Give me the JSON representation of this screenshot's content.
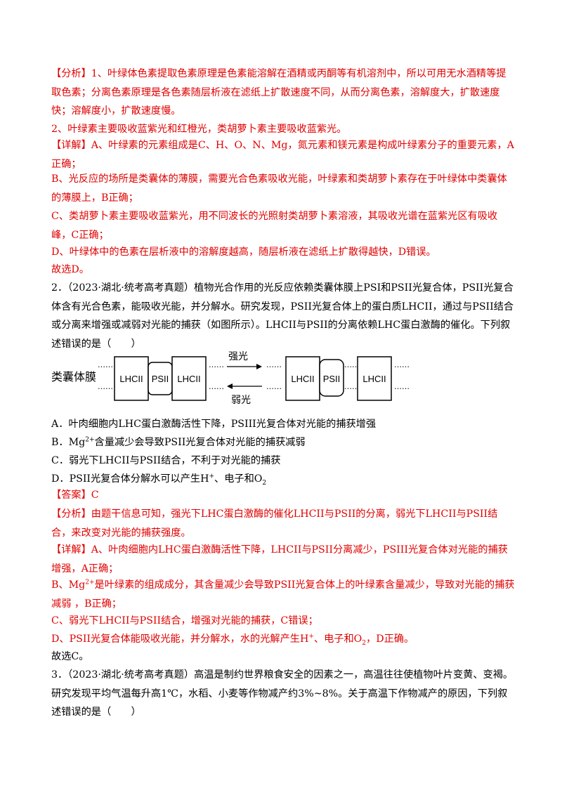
{
  "q1": {
    "analysis_1": "【分析】1、叶绿体色素提取色素原理是色素能溶解在酒精或丙酮等有机溶剂中，所以可用无水酒精等提取色素；分离色素原理是各色素随层析液在滤纸上扩散速度不同，从而分离色素，溶解度大，扩散速度快；溶解度小，扩散速度慢。",
    "analysis_2": "2、叶绿素主要吸收蓝紫光和红橙光，类胡萝卜素主要吸收蓝紫光。",
    "detail_a": "【详解】A、叶绿素的元素组成是C、H、O、N、Mg，氮元素和镁元素是构成叶绿素分子的重要元素，A正确；",
    "detail_b": "B、光反应的场所是类囊体的薄膜，需要光合色素吸收光能，叶绿素和类胡萝卜素存在于叶绿体中类囊体的薄膜上，B正确；",
    "detail_c": "C、类胡萝卜素主要吸收蓝紫光，用不同波长的光照射类胡萝卜素溶液，其吸收光谱在蓝紫光区有吸收峰，C正确；",
    "detail_d": "D、叶绿体中的色素在层析液中的溶解度越高，随层析液在滤纸上扩散得越快，D错误。",
    "conclusion": "故选D。"
  },
  "q2": {
    "stem": "2．（2023·湖北·统考高考真题）植物光合作用的光反应依赖类囊体膜上PSI和PSII光复合体，PSII光复合体含有光合色素，能吸收光能，并分解水。研究发现，PSII光复合体上的蛋白质LHCII，通过与PSII结合或分离来增强或减弱对光能的捕获（如图所示）。LHCII与PSII的分离依赖LHC蛋白激酶的催化。下列叙述错误的是（　　）",
    "diagram": {
      "membrane_label": "类囊体膜",
      "strong_light": "强光",
      "weak_light": "弱光",
      "box_lhcii": "LHCII",
      "box_psii": "PSII",
      "dots": "……"
    },
    "option_a": "A．叶肉细胞内LHC蛋白激酶活性下降，PSIII光复合体对光能的捕获增强",
    "option_b_pre": "B．Mg",
    "option_b_sup": "2+",
    "option_b_post": "含量减少会导致PSII光复合体对光能的捕获减弱",
    "option_c": "C．弱光下LHCII与PSII结合，不利于对光能的捕获",
    "option_d_pre": "D．PSII光复合体分解水可以产生H",
    "option_d_sup": "+",
    "option_d_mid": "、电子和O",
    "option_d_sub": "2",
    "answer": "【答案】C",
    "analysis": "【分析】由题干信息可知，强光下LHC蛋白激酶的催化LHCII与PSII的分离，弱光下LHCII与PSII结合，来改变对光能的捕获强度。",
    "detail_a": "【详解】A、叶肉细胞内LHC蛋白激酶活性下降，LHCII与PSII分离减少，PSIII光复合体对光能的捕获增强，A正确；",
    "detail_b_pre": "B、Mg",
    "detail_b_sup": "2+",
    "detail_b_post": "是叶绿素的组成成分，其含量减少会导致PSII光复合体上的叶绿素含量减少，导致对光能的捕获减弱 ，B正确；",
    "detail_c": "C、弱光下LHCII与PSII结合，增强对光能的捕获，C错误；",
    "detail_d_pre": "D、PSII光复合体能吸收光能，并分解水，水的光解产生H",
    "detail_d_sup": "+",
    "detail_d_mid": "、电子和O",
    "detail_d_sub": "2",
    "detail_d_post": "，D正确。",
    "conclusion": "故选C。"
  },
  "q3": {
    "stem": "3．（2023·湖北·统考高考真题）高温是制约世界粮食安全的因素之一，高温往往使植物叶片变黄、变褐。研究发现平均气温每升高1℃，水稻、小麦等作物减产约3%~8%。关于高温下作物减产的原因，下列叙述错误的是（　　）"
  }
}
